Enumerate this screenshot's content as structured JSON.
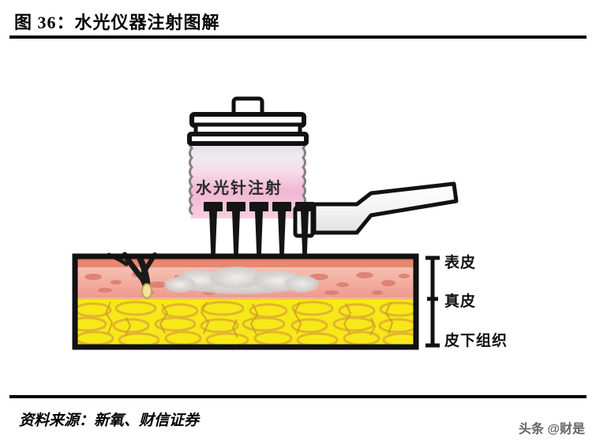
{
  "header": {
    "figure_number": "图 36",
    "separator": "：",
    "title": "水光仪器注射图解",
    "full_title": "图 36：水光仪器注射图解"
  },
  "footer": {
    "source_label": "资料来源：",
    "sources": "新氧、财信证券",
    "full_source": "资料来源：新氧、财信证券",
    "watermark": "头条 @财是"
  },
  "diagram": {
    "caption_overlay": "水光针注射",
    "device": {
      "name": "水光仪器",
      "vial_top_handle": "handle-tab",
      "needle_count": 5
    },
    "skin_layers": [
      {
        "key": "epidermis",
        "label": "表皮",
        "color": "#e8826e"
      },
      {
        "key": "dermis",
        "label": "真皮",
        "color": "#f0a99b"
      },
      {
        "key": "subcutaneous",
        "label": "皮下组织",
        "color": "#f7e21e"
      }
    ],
    "features": {
      "hair_follicle": "hair-follicle",
      "injected_fluid": "injected-fluid-cloud",
      "measurement_bar": "depth-scale"
    },
    "colors": {
      "vial_pink": "#f2b4d0",
      "vial_pink_light": "#f7dce9",
      "vial_grey": "#d9d9d9",
      "epidermis": "#e8826e",
      "dermis_upper": "#f3b0a2",
      "dermis_lower": "#ef9b93",
      "fat_yellow": "#f9ea1a",
      "fat_shadow": "#e8b93c",
      "fluid_grey": "#cfd2d2",
      "outline": "#111111",
      "handle_fill": "#f2f2f2"
    }
  }
}
